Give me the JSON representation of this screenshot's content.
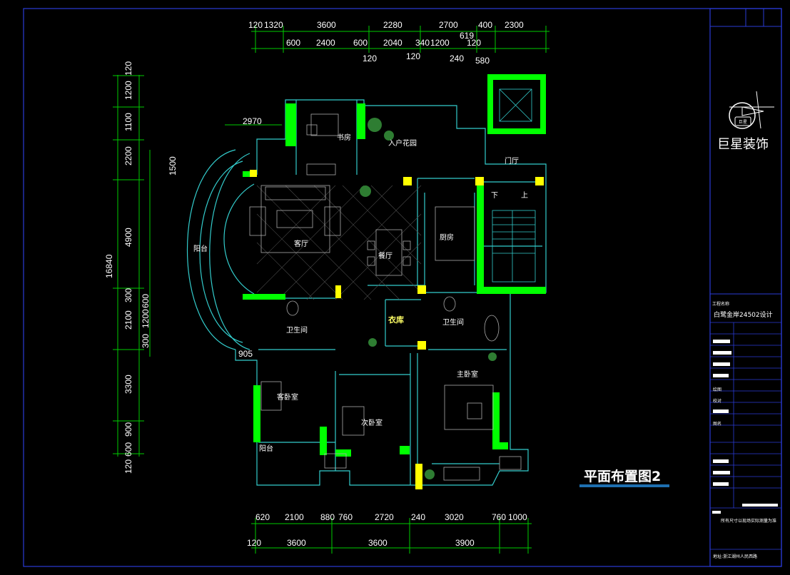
{
  "title": "平面布置图2",
  "company": "巨星装饰",
  "logo_text": "巨星",
  "project_label": "工程名称",
  "project_name": "白鹭金岸24502设计",
  "titleblock_labels": {
    "drawing": "绘图",
    "check": "校对",
    "sheet": "图名"
  },
  "top_dims_row1": [
    "120",
    "1320",
    "3600",
    "2280",
    "2700",
    "400",
    "2300"
  ],
  "top_dims_row2": [
    "600",
    "2400",
    "600",
    "2040",
    "340",
    "1200",
    "120"
  ],
  "top_dims_misc": [
    "619",
    "120",
    "120",
    "240",
    "580"
  ],
  "left_dims": [
    "120",
    "1200",
    "1100",
    "2200",
    "4900",
    "300",
    "2100",
    "1200",
    "600",
    "300",
    "3300",
    "900",
    "600",
    "120"
  ],
  "left_total": "16840",
  "left_extra": [
    "1500",
    "2970",
    "905"
  ],
  "bottom_dims_row1": [
    "620",
    "2100",
    "880",
    "760",
    "2720",
    "240",
    "3020",
    "760",
    "1000"
  ],
  "bottom_dims_row2": [
    "120",
    "3600",
    "3600",
    "3900"
  ],
  "rooms": {
    "study": "书房",
    "garden": "入户花园",
    "foyer": "门厅",
    "living": "客厅",
    "dining": "餐厅",
    "kitchen": "厨房",
    "balcony_w": "阳台",
    "bath_w": "卫生间",
    "closet": "衣库",
    "bath_e": "卫生间",
    "master": "主卧室",
    "guest": "客卧室",
    "second": "次卧室",
    "balcony_s": "阳台"
  },
  "stair_labels": {
    "down": "下",
    "up": "上"
  },
  "notes": [
    "所有尺寸以现场实际测量为准",
    "地址:浙江湖州人民西路"
  ]
}
